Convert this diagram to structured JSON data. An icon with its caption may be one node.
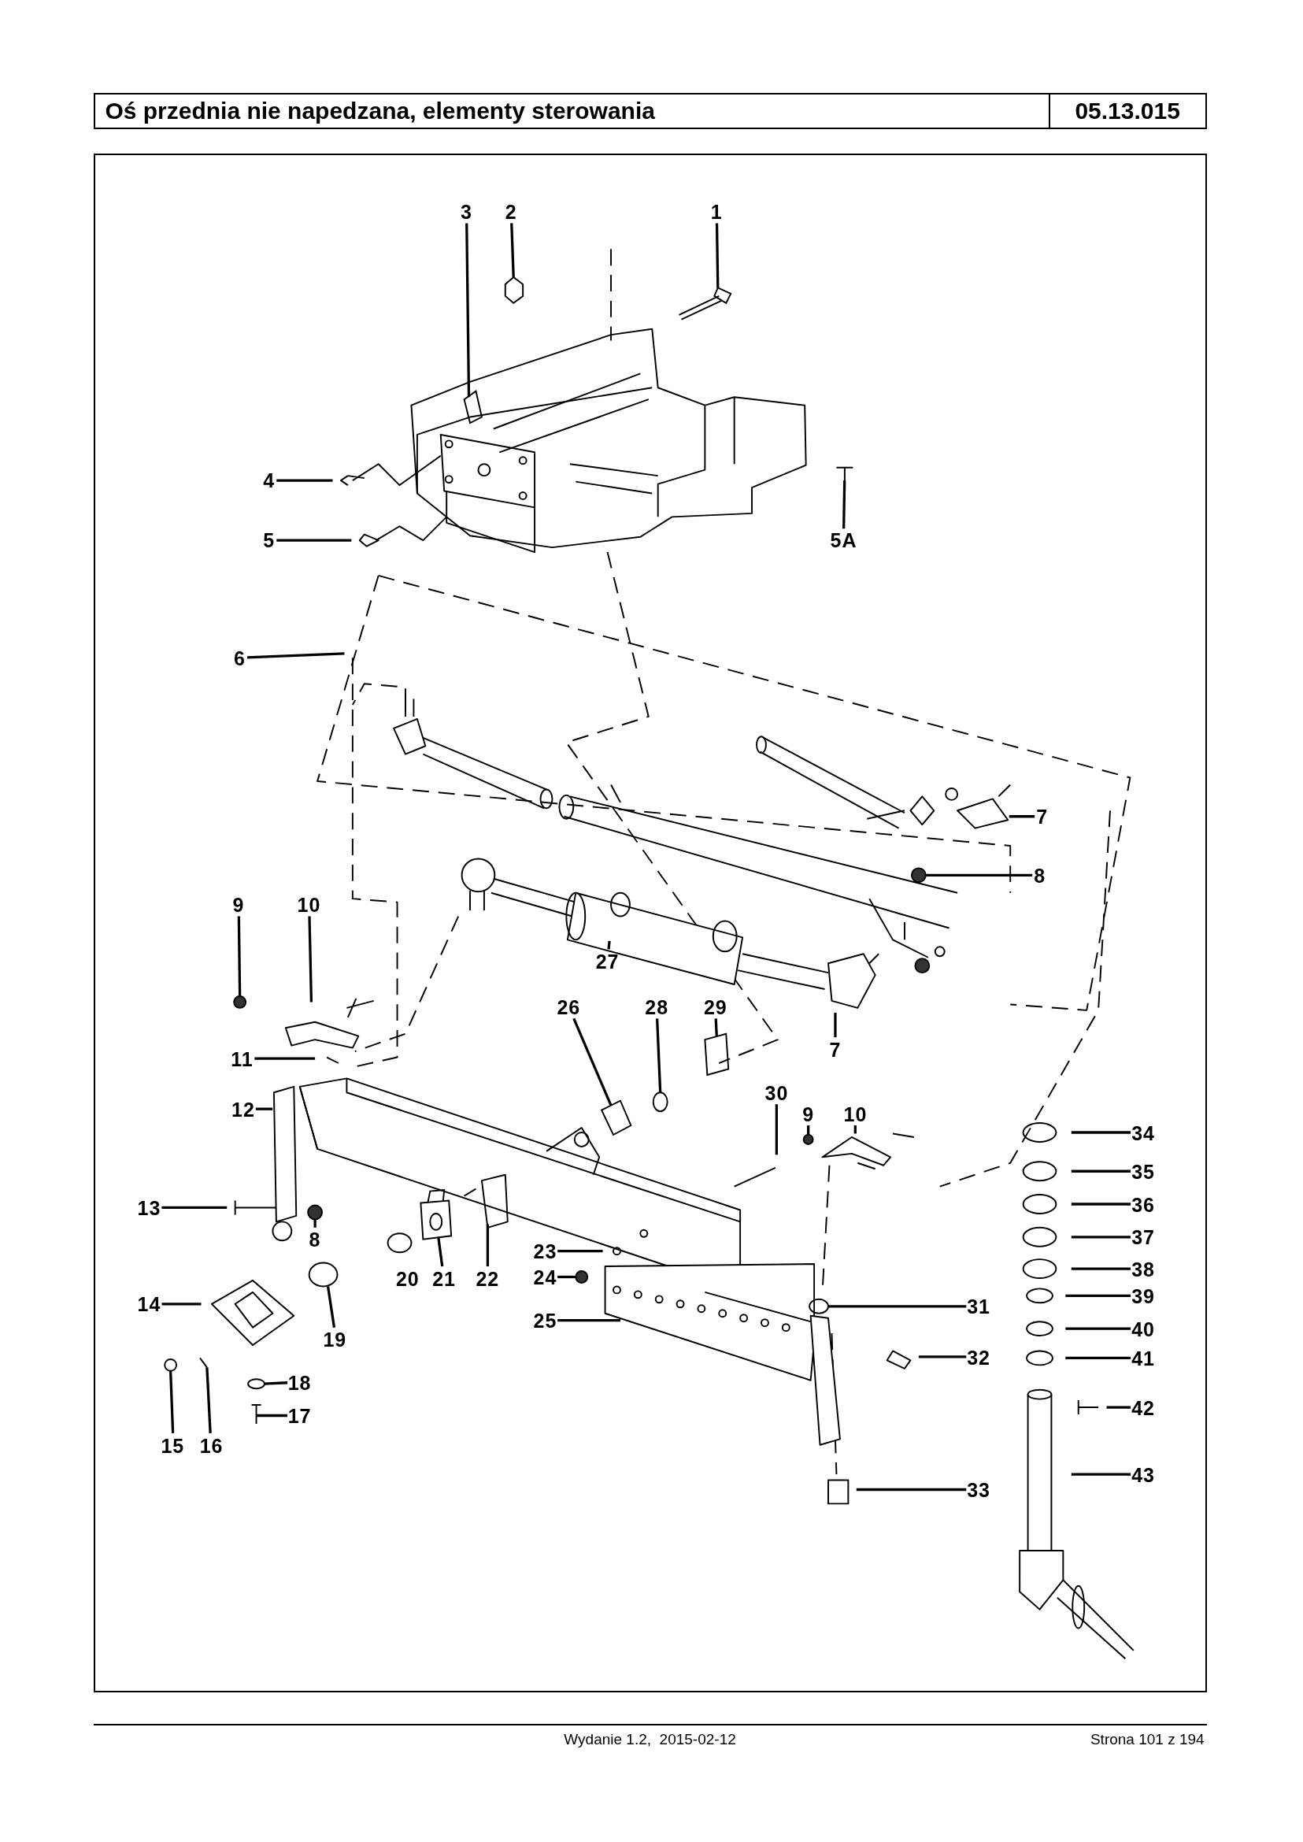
{
  "diagram": {
    "title": "Oś przednia nie napedzana, elementy sterowania",
    "nodes": [
      {
        "text": [
          "3"
        ]
      },
      {
        "text": [
          "2"
        ]
      },
      {
        "text": [
          "1"
        ]
      },
      {
        "text": [
          "4"
        ]
      },
      {
        "text": [
          "5"
        ]
      },
      {
        "text": [
          "5A"
        ]
      },
      {
        "text": [
          "6"
        ]
      },
      {
        "text": [
          "7"
        ]
      },
      {
        "text": [
          "8"
        ]
      },
      {
        "text": [
          "9"
        ]
      },
      {
        "text": [
          "10"
        ]
      },
      {
        "text": [
          "27"
        ]
      },
      {
        "text": [
          "26"
        ]
      },
      {
        "text": [
          "28"
        ]
      },
      {
        "text": [
          "29"
        ]
      },
      {
        "text": [
          "7"
        ]
      },
      {
        "text": [
          "11"
        ]
      },
      {
        "text": [
          "30"
        ]
      },
      {
        "text": [
          "9"
        ]
      },
      {
        "text": [
          "10"
        ]
      },
      {
        "text": [
          "34"
        ]
      },
      {
        "text": [
          "12"
        ]
      },
      {
        "text": [
          "35"
        ]
      },
      {
        "text": [
          "13"
        ]
      },
      {
        "text": [
          "36"
        ]
      },
      {
        "text": [
          "8"
        ]
      },
      {
        "text": [
          "37"
        ]
      },
      {
        "text": [
          "21"
        ]
      },
      {
        "text": [
          "22"
        ]
      },
      {
        "text": [
          "23"
        ]
      },
      {
        "text": [
          "24"
        ]
      },
      {
        "text": [
          "38"
        ]
      },
      {
        "text": [
          "14"
        ]
      },
      {
        "text": [
          "39"
        ]
      },
      {
        "text": [
          "31"
        ]
      },
      {
        "text": [
          "25"
        ]
      },
      {
        "text": [
          "19"
        ]
      },
      {
        "text": [
          "40"
        ]
      },
      {
        "text": [
          "32"
        ]
      },
      {
        "text": [
          "41"
        ]
      },
      {
        "text": [
          "18"
        ]
      },
      {
        "text": [
          "42"
        ]
      },
      {
        "text": [
          "17"
        ]
      },
      {
        "text": [
          "15"
        ]
      },
      {
        "text": [
          "16"
        ]
      },
      {
        "text": [
          "43"
        ]
      },
      {
        "text": [
          "33"
        ]
      },
      {
        "text": [],
        "shape": "picture"
      },
      {
        "text": [],
        "shape": "picture"
      },
      {
        "text": [],
        "shape": "picture"
      },
      {
        "text": [],
        "shape": "circle"
      },
      {
        "text": [],
        "shape": "circle"
      },
      {
        "text": [],
        "shape": "picture"
      },
      {
        "text": [],
        "shape": "circle"
      },
      {
        "text": [],
        "shape": "picture"
      },
      {
        "text": [],
        "shape": "circle"
      },
      {
        "text": [],
        "shape": "circle"
      },
      {
        "text": [],
        "shape": "picture"
      },
      {
        "text": [],
        "shape": "circle"
      },
      {
        "text": [],
        "shape": "circle"
      },
      {
        "text": [],
        "shape": "circle"
      },
      {
        "text": [],
        "shape": "circle"
      },
      {
        "text": [],
        "shape": "picture"
      },
      {
        "text": [],
        "shape": "circle"
      },
      {
        "text": [],
        "shape": "picture"
      }
    ],
    "edges": [
      {
        "from": 0,
        "to": 47,
        "arrow": "none"
      },
      {
        "from": 1,
        "to": 48,
        "arrow": "none"
      },
      {
        "from": 2,
        "to": 49,
        "arrow": "none"
      },
      {
        "from": 3,
        "to": null,
        "arrow": "none"
      },
      {
        "from": 4,
        "to": null,
        "arrow": "none"
      },
      {
        "from": 5,
        "to": null,
        "arrow": "none"
      },
      {
        "from": 6,
        "to": null,
        "arrow": "none"
      },
      {
        "from": 7,
        "to": null,
        "arrow": "none"
      },
      {
        "from": 8,
        "to": 50,
        "arrow": "none"
      },
      {
        "from": 9,
        "to": 51,
        "arrow": "none"
      },
      {
        "from": 10,
        "to": null,
        "arrow": "none"
      },
      {
        "from": 11,
        "to": null,
        "arrow": "none"
      },
      {
        "from": 12,
        "to": 52,
        "arrow": "none"
      },
      {
        "from": 13,
        "to": 53,
        "arrow": "none"
      },
      {
        "from": 14,
        "to": 54,
        "arrow": "none"
      },
      {
        "from": 15,
        "to": null,
        "arrow": "none"
      },
      {
        "from": 16,
        "to": null,
        "arrow": "none"
      },
      {
        "from": 17,
        "to": null,
        "arrow": "none"
      },
      {
        "from": 18,
        "to": 55,
        "arrow": "none"
      },
      {
        "from": 19,
        "to": null,
        "arrow": "none"
      },
      {
        "from": 20,
        "to": null,
        "arrow": "none"
      },
      {
        "from": 21,
        "to": null,
        "arrow": "none"
      },
      {
        "from": 22,
        "to": null,
        "arrow": "none"
      },
      {
        "from": 23,
        "to": null,
        "arrow": "none"
      },
      {
        "from": 24,
        "to": null,
        "arrow": "none"
      },
      {
        "from": 25,
        "to": 56,
        "arrow": "none"
      },
      {
        "from": 26,
        "to": null,
        "arrow": "none"
      },
      {
        "from": 27,
        "to": 57,
        "arrow": "none"
      },
      {
        "from": 28,
        "to": null,
        "arrow": "none"
      },
      {
        "from": 29,
        "to": null,
        "arrow": "none"
      },
      {
        "from": 30,
        "to": 58,
        "arrow": "none"
      },
      {
        "from": 31,
        "to": null,
        "arrow": "none"
      },
      {
        "from": 32,
        "to": null,
        "arrow": "none"
      },
      {
        "from": 33,
        "to": null,
        "arrow": "none"
      },
      {
        "from": 34,
        "to": 59,
        "arrow": "none"
      },
      {
        "from": 35,
        "to": null,
        "arrow": "none"
      },
      {
        "from": 36,
        "to": 60,
        "arrow": "none"
      },
      {
        "from": 37,
        "to": null,
        "arrow": "none"
      },
      {
        "from": 38,
        "to": null,
        "arrow": "none"
      },
      {
        "from": 39,
        "to": null,
        "arrow": "none"
      },
      {
        "from": 40,
        "to": 61,
        "arrow": "none"
      },
      {
        "from": 41,
        "to": null,
        "arrow": "none"
      },
      {
        "from": 42,
        "to": 62,
        "arrow": "none"
      },
      {
        "from": 43,
        "to": 63,
        "arrow": "none"
      },
      {
        "from": 44,
        "to": 64,
        "arrow": "none"
      },
      {
        "from": 45,
        "to": null,
        "arrow": "none"
      },
      {
        "from": 46,
        "to": null,
        "arrow": "none"
      }
    ],
    "labels": [
      "05.13.015",
      "20",
      "Wydanie 1.2,  2015-02-12",
      "Strona 101 z 194"
    ]
  }
}
